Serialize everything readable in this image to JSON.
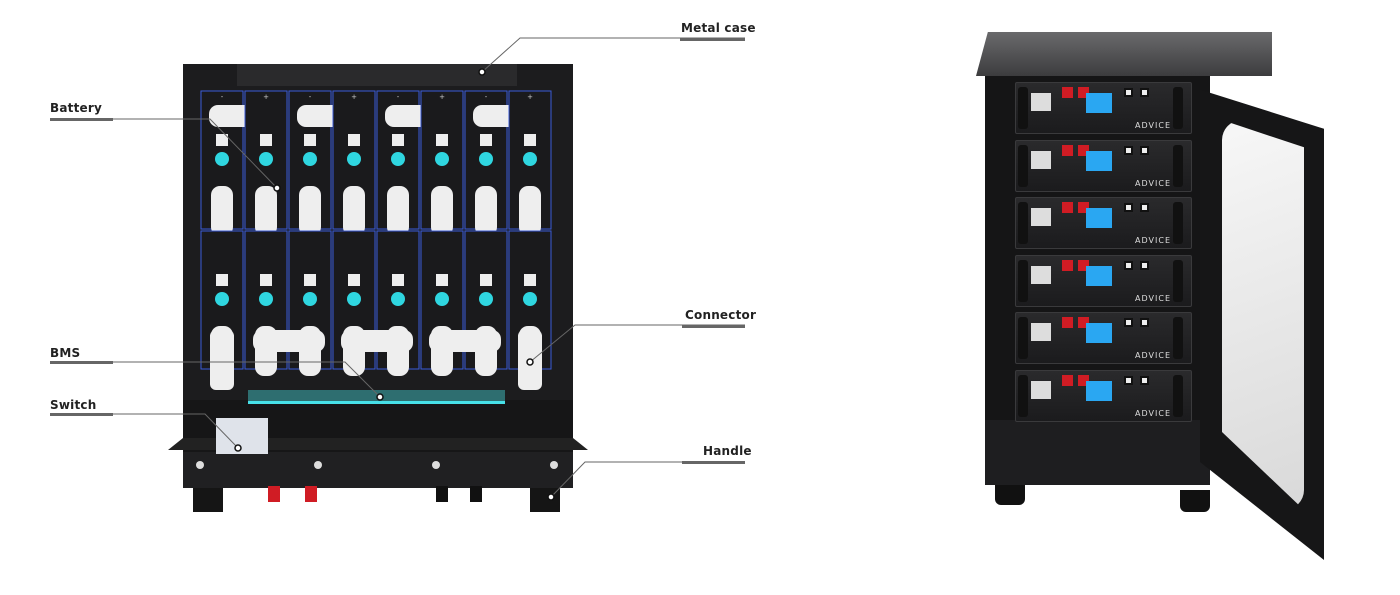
{
  "labels": {
    "metal_case": "Metal case",
    "battery": "Battery",
    "connector": "Connector",
    "bms": "BMS",
    "switch": "Switch",
    "handle": "Handle"
  },
  "cell_terminals": [
    "-",
    "+"
  ],
  "cabinet": {
    "module_brand": "ADVICE",
    "module_count": 6
  },
  "colors": {
    "case": "#1c1c1e",
    "cell_border": "#3a5bd8",
    "cell_vent": "#2fd6e0",
    "bms_glow": "#47e0e8",
    "terminal_red": "#d01c24",
    "lcd": "#2aa7f2",
    "leader_line": "#666666"
  }
}
